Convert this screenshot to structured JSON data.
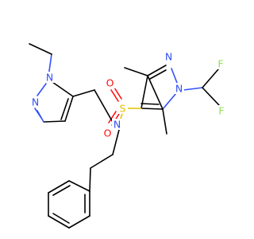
{
  "molecule": {
    "atom_labels": {
      "n_pyr_right_1": "N",
      "n_pyr_right_2": "N",
      "sulfur": "S",
      "oxygen_1": "O",
      "oxygen_2": "O",
      "n_amide": "N",
      "n_pyr_left_1": "N",
      "n_pyr_left_2": "N",
      "fluorine_1": "F",
      "fluorine_2": "F"
    },
    "colors": {
      "carbon": "#000000",
      "nitrogen": "#3050F8",
      "oxygen": "#FF0D0D",
      "sulfur": "#E6C200",
      "fluorine": "#90E050"
    }
  }
}
